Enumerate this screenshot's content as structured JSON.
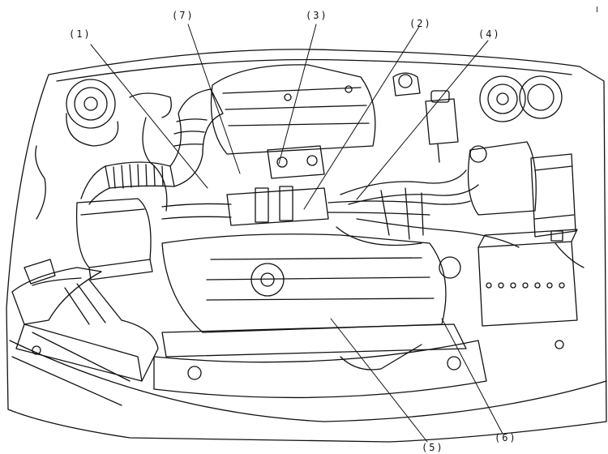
{
  "diagram": {
    "callouts": [
      {
        "id": "c1",
        "label": "(1)"
      },
      {
        "id": "c2",
        "label": "(2)"
      },
      {
        "id": "c3",
        "label": "(3)"
      },
      {
        "id": "c4",
        "label": "(4)"
      },
      {
        "id": "c5",
        "label": "(5)"
      },
      {
        "id": "c6",
        "label": "(6)"
      },
      {
        "id": "c7",
        "label": "(7)"
      }
    ]
  }
}
